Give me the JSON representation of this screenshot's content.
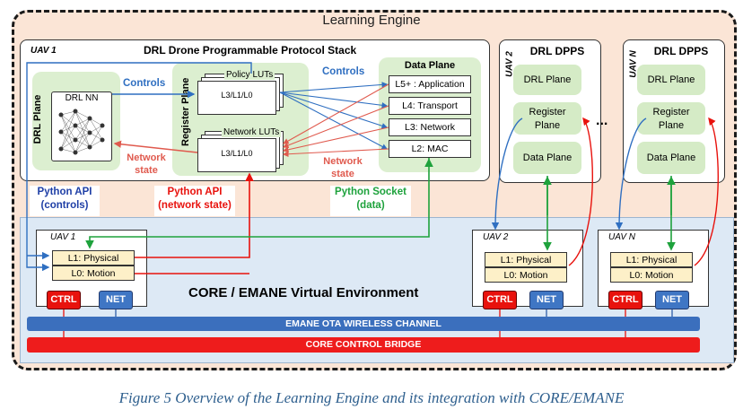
{
  "engine_title": "Learning Engine",
  "drl_stack": {
    "uav_label": "UAV 1",
    "title": "DRL Drone Programmable Protocol Stack",
    "drl_plane": "DRL Plane",
    "drl_nn": "DRL NN",
    "controls_left": "Controls",
    "register_plane": "Register Plane",
    "policy_luts": "Policy LUTs",
    "policy_lut_value": "L3/L1/L0",
    "network_luts": "Network LUTs",
    "network_lut_value": "L3/L1/L0",
    "network_state_left_1": "Network",
    "network_state_left_2": "state",
    "controls_right": "Controls",
    "network_state_right_1": "Network",
    "network_state_right_2": "state",
    "data_plane": {
      "title": "Data Plane",
      "layers": [
        "L5+ : Application",
        "L4: Transport",
        "L3: Network",
        "L2: MAC"
      ]
    }
  },
  "dpps_2": {
    "uav_label": "UAV 2",
    "title": "DRL DPPS",
    "drl_plane": "DRL Plane",
    "register_plane_1": "Register",
    "register_plane_2": "Plane",
    "data_plane": "Data Plane"
  },
  "ellipsis": "...",
  "dpps_n": {
    "uav_label": "UAV N",
    "title": "DRL DPPS",
    "drl_plane": "DRL Plane",
    "register_plane_1": "Register",
    "register_plane_2": "Plane",
    "data_plane": "Data Plane"
  },
  "api_labels": {
    "python_api_controls_1": "Python API",
    "python_api_controls_2": "(controls)",
    "python_api_state_1": "Python API",
    "python_api_state_2": "(network state)",
    "python_socket_1": "Python Socket",
    "python_socket_2": "(data)"
  },
  "core": {
    "title": "CORE / EMANE Virtual Environment",
    "nodes": [
      {
        "label": "UAV 1",
        "l1": "L1: Physical",
        "l0": "L0: Motion",
        "ctrl": "CTRL",
        "net": "NET"
      },
      {
        "label": "UAV 2",
        "l1": "L1: Physical",
        "l0": "L0: Motion",
        "ctrl": "CTRL",
        "net": "NET"
      },
      {
        "label": "UAV N",
        "l1": "L1: Physical",
        "l0": "L0: Motion",
        "ctrl": "CTRL",
        "net": "NET"
      }
    ],
    "ota_channel": "EMANE OTA WIRELESS CHANNEL",
    "control_bridge": "CORE CONTROL BRIDGE"
  },
  "caption": "Figure 5 Overview of the Learning Engine and its integration with CORE/EMANE",
  "colors": {
    "controls_blue": "#2f6fc1",
    "state_red": "#e05a4e",
    "socket_green": "#1ea23c",
    "core_red": "#e8120d",
    "net_blue": "#3f76c4"
  }
}
